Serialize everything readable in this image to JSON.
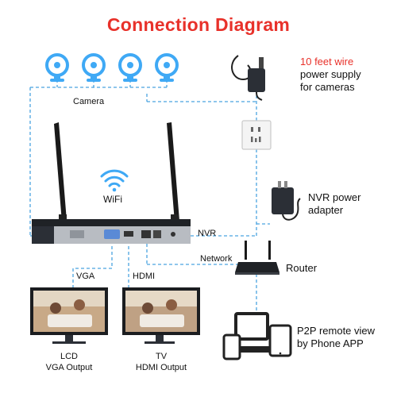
{
  "title": "Connection Diagram",
  "labels": {
    "camera": "Camera",
    "power_wire_line1": "10 feet wire",
    "power_wire_line2": "power supply",
    "power_wire_line3": "for cameras",
    "wifi": "WiFi",
    "nvr": "NVR",
    "nvr_power_line1": "NVR power",
    "nvr_power_line2": "adapter",
    "network": "Network",
    "router": "Router",
    "vga": "VGA",
    "hdmi": "HDMI",
    "lcd_line1": "LCD",
    "lcd_line2": "VGA Output",
    "tv_line1": "TV",
    "tv_line2": "HDMI Output",
    "p2p_line1": "P2P remote view",
    "p2p_line2": "by Phone APP"
  },
  "colors": {
    "title": "#e8312a",
    "highlight": "#e8312a",
    "dashed_line": "#4aa3e0",
    "camera_blue": "#3fa9f5",
    "device_dark": "#2b2f36"
  }
}
